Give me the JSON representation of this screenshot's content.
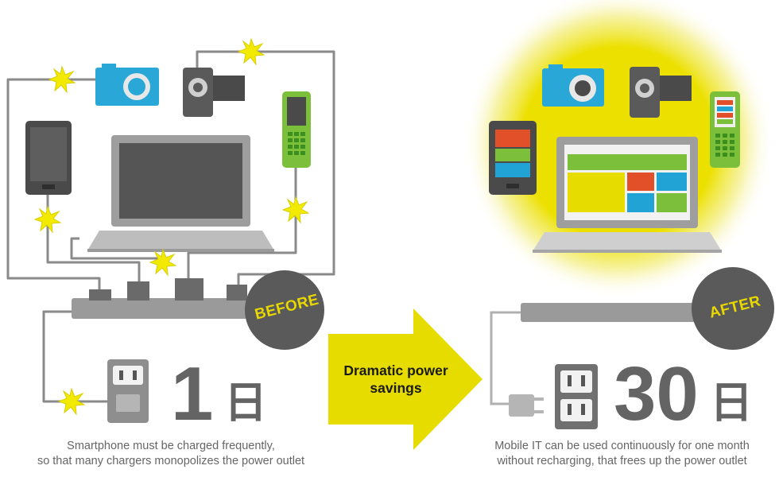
{
  "before": {
    "badge": "BEFORE",
    "count": "1",
    "unit": "日",
    "caption_line1": "Smartphone must be charged frequently,",
    "caption_line2": "so that many chargers monopolizes the power outlet"
  },
  "arrow": {
    "line1": "Dramatic power",
    "line2": "savings"
  },
  "after": {
    "badge": "AFTER",
    "count": "30",
    "unit": "日",
    "caption_line1": "Mobile IT can be used continuously for one month",
    "caption_line2": "without recharging, that frees up the power outlet"
  },
  "colors": {
    "accent_yellow": "#e6dc00",
    "glow_yellow": "#f3ea3a",
    "cable_gray": "#8a8a8a",
    "device_dark": "#4a4a4a",
    "camera_blue": "#29a8d8",
    "phone_green": "#7cbf3a",
    "tile_red": "#e2502a",
    "tile_blue": "#22a3d6",
    "tile_green": "#7cbf3a",
    "badge_bg": "#5a5a5a"
  }
}
